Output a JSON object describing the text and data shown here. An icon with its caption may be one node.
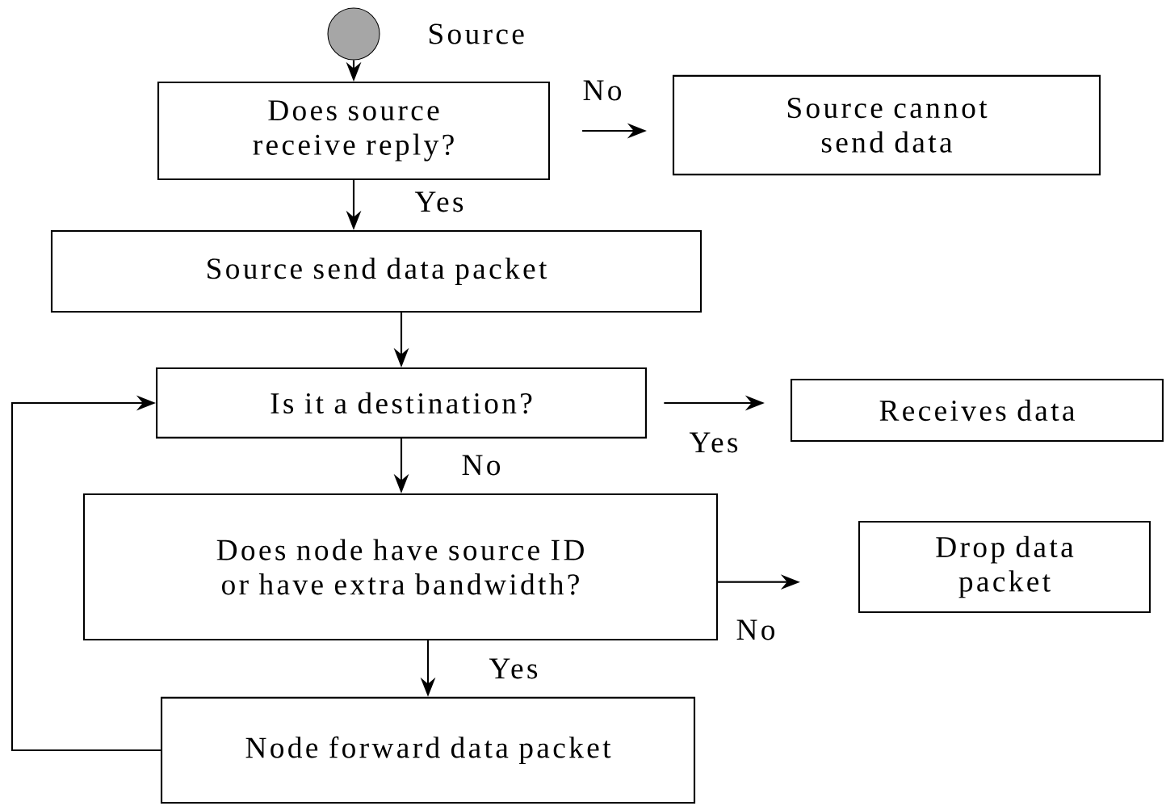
{
  "diagram": {
    "nodes": [
      {
        "text": [],
        "shape": "circle",
        "beside": [
          "Source"
        ]
      },
      {
        "text": [
          "Does source receive reply?"
        ]
      },
      {
        "text": [
          "Source cannot send data"
        ]
      },
      {
        "text": [
          "Source send data packet"
        ]
      },
      {
        "text": [
          "Is it a destination?"
        ]
      },
      {
        "text": [
          "Receives data"
        ]
      },
      {
        "text": [
          "Does node have source ID or have extra bandwidth?"
        ]
      },
      {
        "text": [
          "Drop data packet"
        ]
      },
      {
        "text": [
          "Node forward data packet"
        ]
      }
    ],
    "edges": [
      {
        "from": 0,
        "to": 1,
        "arrow": "to"
      },
      {
        "from": 1,
        "to": 2,
        "arrow": "to",
        "label": "No"
      },
      {
        "from": 1,
        "to": 3,
        "arrow": "to",
        "label": "Yes"
      },
      {
        "from": 3,
        "to": 4,
        "arrow": "to"
      },
      {
        "from": 4,
        "to": 5,
        "arrow": "to",
        "label": "Yes"
      },
      {
        "from": 4,
        "to": 6,
        "arrow": "to",
        "label": "No"
      },
      {
        "from": 6,
        "to": 7,
        "arrow": "to",
        "label": "No"
      },
      {
        "from": 6,
        "to": 8,
        "arrow": "to",
        "label": "Yes"
      },
      {
        "from": 8,
        "to": 4,
        "arrow": "to"
      }
    ]
  }
}
